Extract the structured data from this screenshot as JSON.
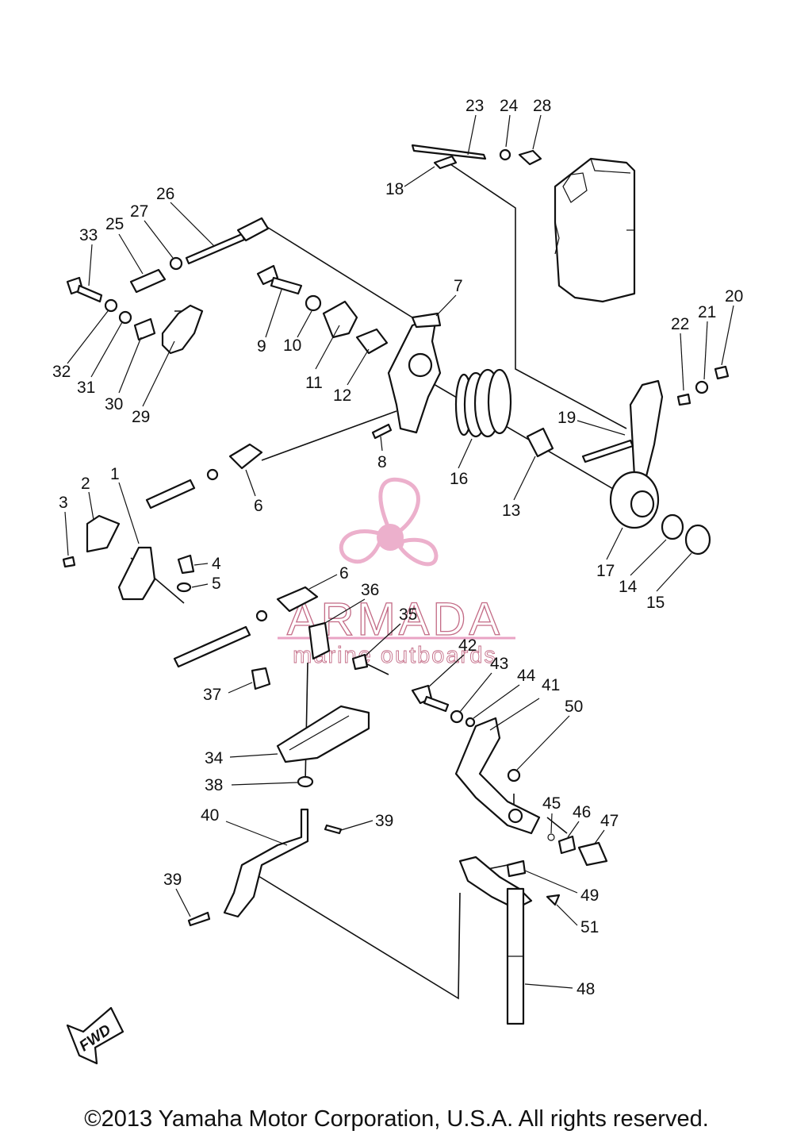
{
  "watermark": {
    "brand": "ARMADA",
    "tagline": "marine outboards",
    "color": "#e9a3c4",
    "icon": "propeller-icon"
  },
  "direction_arrow": {
    "label": "FWD"
  },
  "callouts": [
    "1",
    "2",
    "3",
    "4",
    "5",
    "6",
    "6",
    "7",
    "8",
    "9",
    "10",
    "11",
    "12",
    "13",
    "14",
    "15",
    "16",
    "17",
    "18",
    "19",
    "20",
    "21",
    "22",
    "23",
    "24",
    "25",
    "26",
    "27",
    "28",
    "29",
    "30",
    "31",
    "32",
    "33",
    "34",
    "35",
    "36",
    "37",
    "38",
    "39",
    "39",
    "40",
    "41",
    "42",
    "43",
    "44",
    "45",
    "46",
    "47",
    "48",
    "49",
    "50",
    "51"
  ],
  "copyright": "©2013 Yamaha Motor Corporation, U.S.A. All rights reserved."
}
